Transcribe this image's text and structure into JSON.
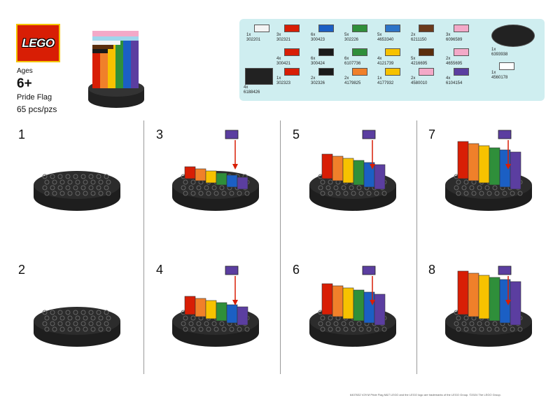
{
  "brand": {
    "logo_text": "LEGO"
  },
  "product": {
    "ages_label": "Ages",
    "age": "6+",
    "name": "Pride Flag",
    "pieces": "65 pcs/pzs"
  },
  "parts": [
    {
      "qty": "1x",
      "id": "302201",
      "color": "#f4f4f4"
    },
    {
      "qty": "3x",
      "id": "302321",
      "color": "#d81e05"
    },
    {
      "qty": "6x",
      "id": "300423",
      "color": "#1b5fc4"
    },
    {
      "qty": "5x",
      "id": "302226",
      "color": "#2f8f3a"
    },
    {
      "qty": "5x",
      "id": "4653340",
      "color": "#2d74c8"
    },
    {
      "qty": "2x",
      "id": "6211150",
      "color": "#6b3a1c"
    },
    {
      "qty": "3x",
      "id": "6096589",
      "color": "#f3a9c8"
    },
    {
      "qty": "4x",
      "id": "300421",
      "color": "#d81e05"
    },
    {
      "qty": "6x",
      "id": "300424",
      "color": "#1a1a1a"
    },
    {
      "qty": "6x",
      "id": "6107736",
      "color": "#2f8f3a"
    },
    {
      "qty": "4x",
      "id": "4121739",
      "color": "#f7c200"
    },
    {
      "qty": "5x",
      "id": "4216695",
      "color": "#5a2d0c"
    },
    {
      "qty": "2x",
      "id": "4655695",
      "color": "#f3a9c8"
    },
    {
      "qty": "1x",
      "id": "6393938",
      "color": "#222222"
    },
    {
      "qty": "4x",
      "id": "6188426",
      "color": "#222222"
    },
    {
      "qty": "1x",
      "id": "302323",
      "color": "#d81e05"
    },
    {
      "qty": "2x",
      "id": "302326",
      "color": "#1a1a1a"
    },
    {
      "qty": "2x",
      "id": "4179825",
      "color": "#f0802a"
    },
    {
      "qty": "1x",
      "id": "4177932",
      "color": "#f7c200"
    },
    {
      "qty": "2x",
      "id": "4580010",
      "color": "#f3a9c8"
    },
    {
      "qty": "4x",
      "id": "6104154",
      "color": "#5b3ea0"
    },
    {
      "qty": "1x",
      "id": "4560178",
      "color": "#ffffff"
    }
  ],
  "steps": [
    "1",
    "2",
    "3",
    "4",
    "5",
    "6",
    "7",
    "8"
  ],
  "footer": "6407632 V29 M Pride Flag M&T LEGO and the LEGO logo are trademarks of the LEGO Group. ©2024 The LEGO Group."
}
